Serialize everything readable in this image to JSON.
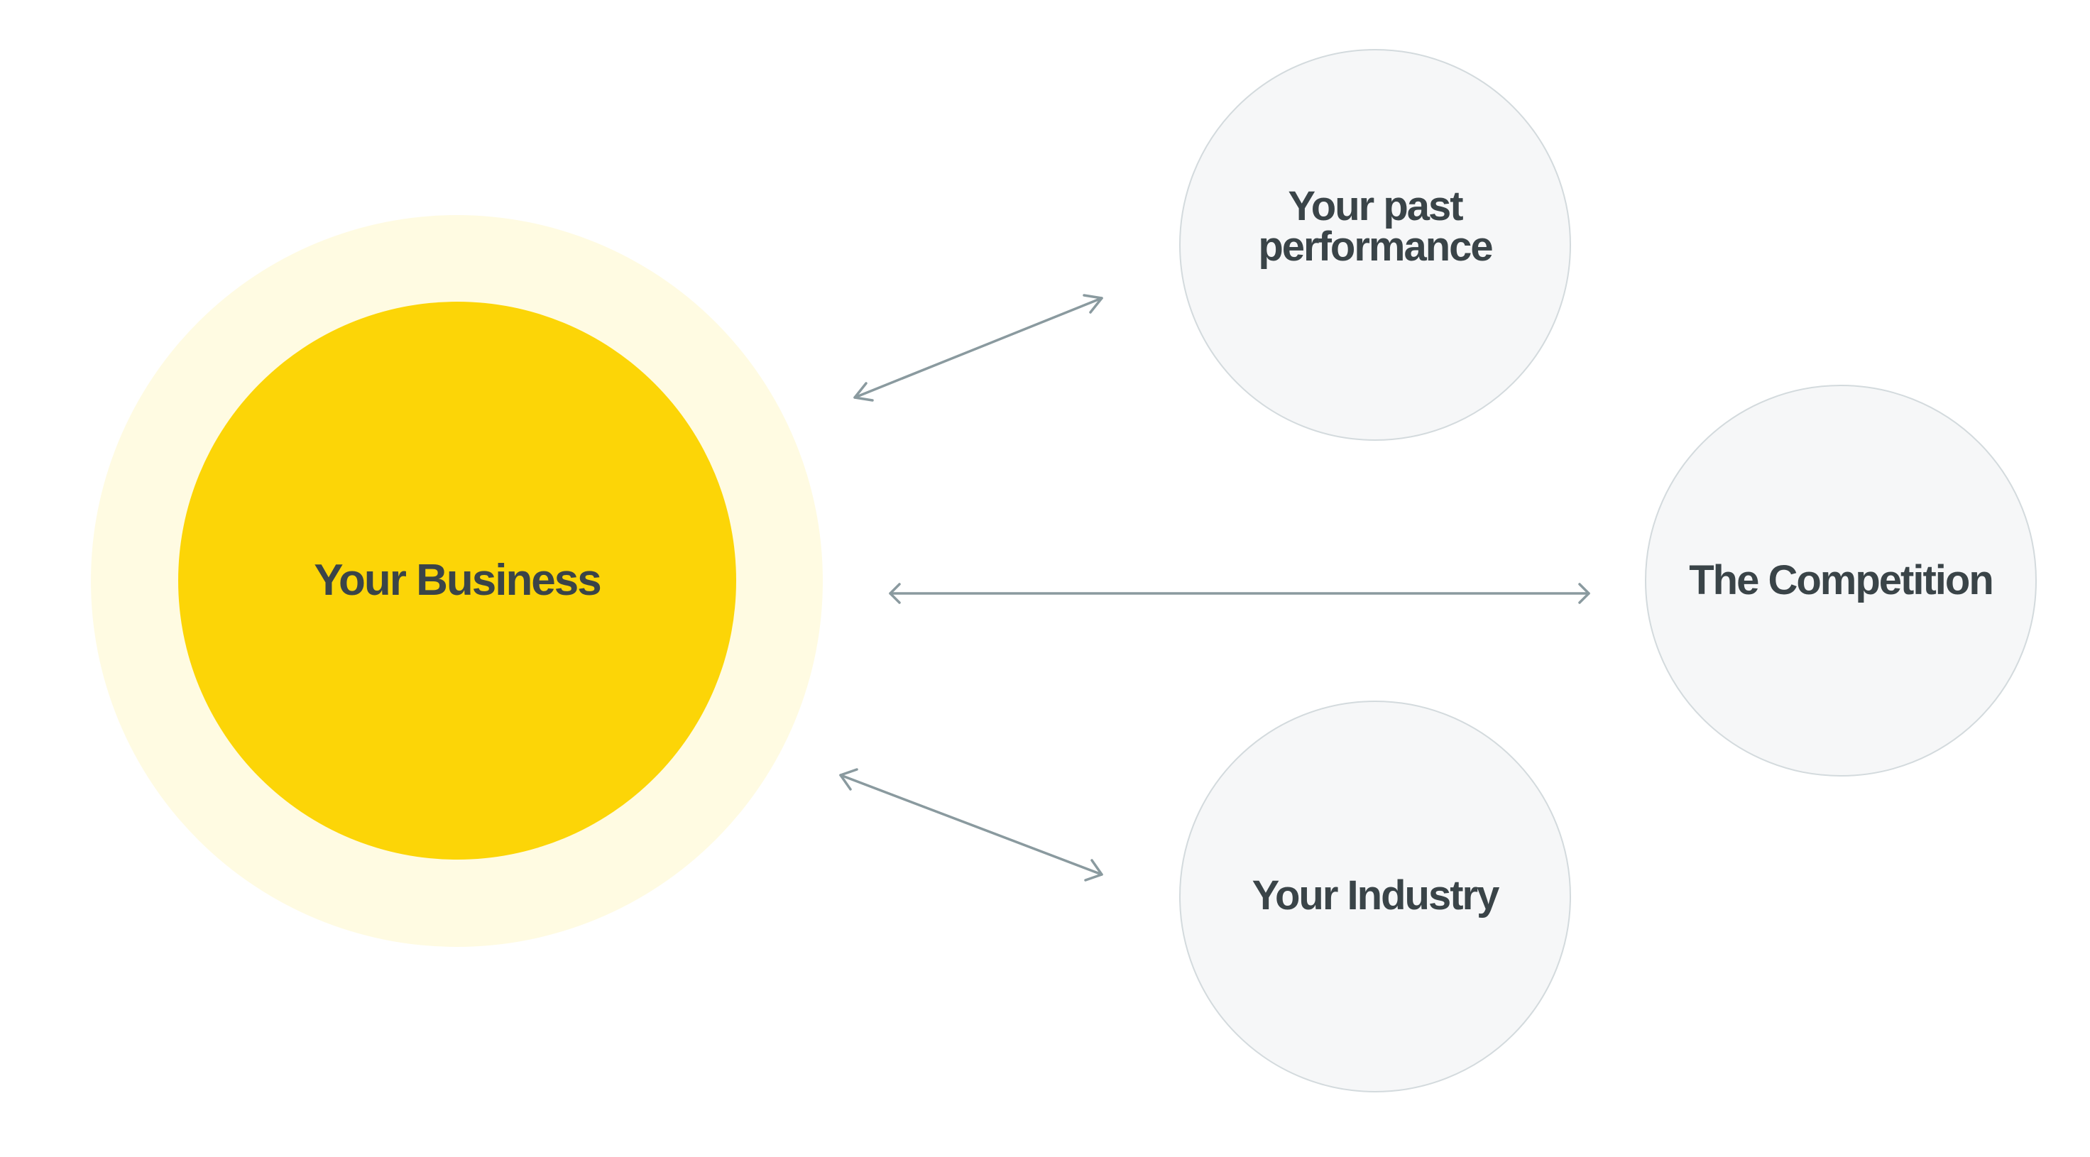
{
  "diagram": {
    "center": {
      "label": "Your Business",
      "color": "#fcd507",
      "halo_color": "#fffbe2"
    },
    "nodes": [
      {
        "id": "past",
        "label": "Your past performance"
      },
      {
        "id": "competition",
        "label": "The Competition"
      },
      {
        "id": "industry",
        "label": "Your Industry"
      }
    ],
    "connections": [
      {
        "from": "Your Business",
        "to": "Your past performance",
        "direction": "bidirectional"
      },
      {
        "from": "Your Business",
        "to": "The Competition",
        "direction": "bidirectional"
      },
      {
        "from": "Your Business",
        "to": "Your Industry",
        "direction": "bidirectional"
      }
    ],
    "colors": {
      "node_fill": "#f6f7f8",
      "node_border": "#d3dadd",
      "arrow": "#8a9a9f",
      "text": "#3a4448"
    }
  }
}
